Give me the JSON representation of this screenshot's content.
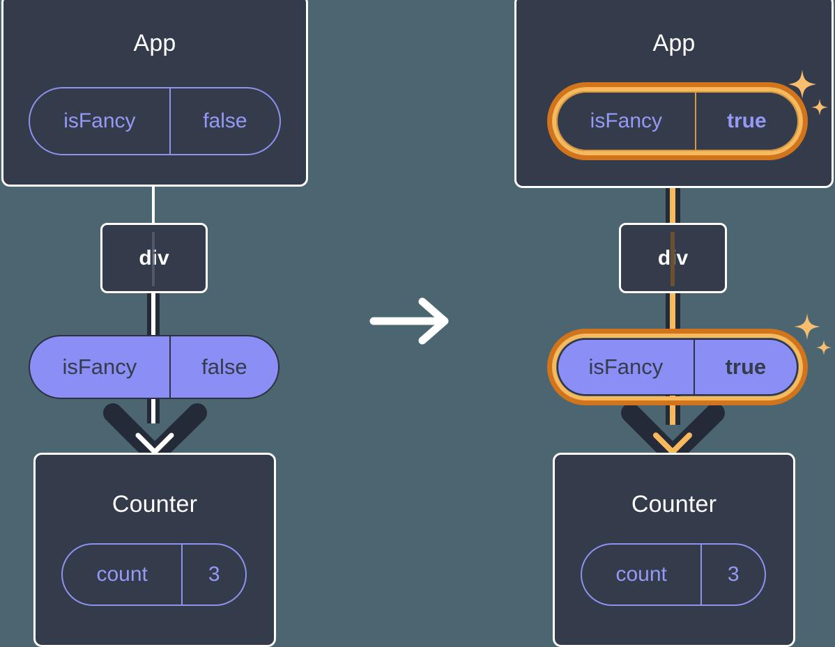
{
  "diagram": {
    "title": "React state update propagation",
    "type": "before-after state flow",
    "colors": {
      "background": "#4b6670",
      "box_fill": "#343b4b",
      "box_border": "#ffffff",
      "pill_fill": "#8b8ef5",
      "pill_outline": "#8f92f0",
      "pill_text_dark": "#343b4b",
      "pill_text_purple": "#9699f5",
      "highlight_outer": "#d1741c",
      "highlight_inner": "#f7b95c",
      "sparkle": "#f9bd70",
      "line_shadow": "#242a38",
      "arrow_body": "#242a38"
    }
  },
  "panels": [
    {
      "id": "before",
      "app": {
        "title": "App",
        "prop": {
          "key": "isFancy",
          "value": "false",
          "highlighted": false,
          "value_bold": false
        }
      },
      "div": {
        "label": "div"
      },
      "prop_pill": {
        "key": "isFancy",
        "value": "false",
        "highlighted": false,
        "value_bold": false
      },
      "counter": {
        "title": "Counter",
        "state": {
          "key": "count",
          "value": "3"
        }
      },
      "sparkles_visible": false
    },
    {
      "id": "after",
      "app": {
        "title": "App",
        "prop": {
          "key": "isFancy",
          "value": "true",
          "highlighted": true,
          "value_bold": true
        }
      },
      "div": {
        "label": "div"
      },
      "prop_pill": {
        "key": "isFancy",
        "value": "true",
        "highlighted": true,
        "value_bold": true
      },
      "counter": {
        "title": "Counter",
        "state": {
          "key": "count",
          "value": "3"
        }
      },
      "sparkles_visible": true
    }
  ],
  "transition": {
    "icon": "arrow-right-icon",
    "color": "#ffffff"
  },
  "icons": {
    "sparkle_large": "sparkle-icon",
    "sparkle_small": "sparkle-small-icon",
    "arrow_down": "arrow-down-icon",
    "arrow_right": "arrow-right-icon"
  }
}
